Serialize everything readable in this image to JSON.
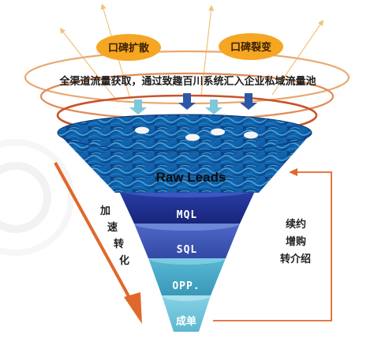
{
  "pills": [
    {
      "label": "口碑扩散"
    },
    {
      "label": "口碑裂变"
    }
  ],
  "banner": "全渠道流量获取，通过致趣百川系统汇入企业私域流量池",
  "funnel": {
    "top_label": "Raw Leads",
    "stages": [
      {
        "label": "MQL"
      },
      {
        "label": "SQL"
      },
      {
        "label": "OPP."
      },
      {
        "label": "成单"
      }
    ]
  },
  "left_arrow_chars": [
    "加",
    "速",
    "转",
    "化"
  ],
  "right_text": [
    "续约",
    "增购",
    "转介绍"
  ],
  "colors": {
    "orange": "#e0682c",
    "pill": "#f5a623",
    "navy": "#1d2d8e",
    "mid_blue": "#3f58b8",
    "teal": "#46a7c6",
    "light_teal": "#6fc3d9",
    "arrow_light": "#7ec8d9",
    "arrow_dark": "#2c56a6"
  }
}
